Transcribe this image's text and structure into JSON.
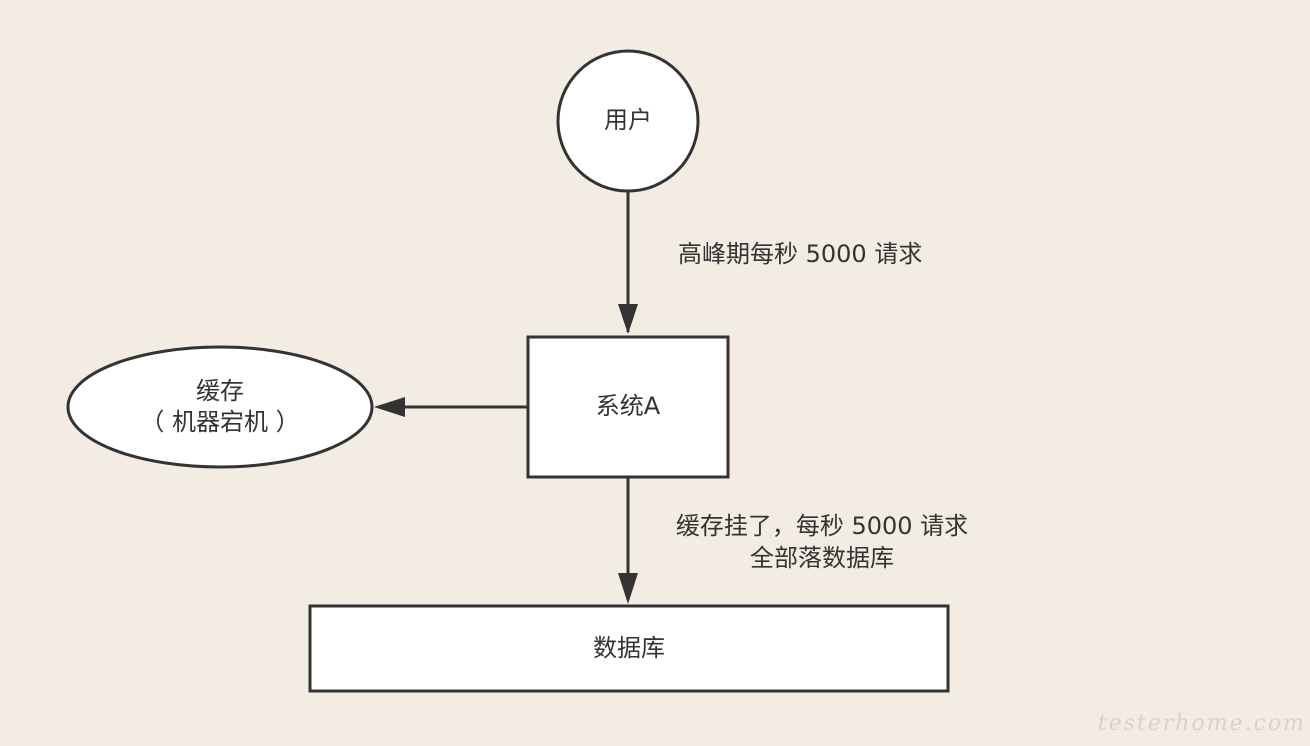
{
  "diagram": {
    "nodes": {
      "user": {
        "label": "用户"
      },
      "system_a": {
        "label": "系统A"
      },
      "cache": {
        "label_line1": "缓存",
        "label_line2": "（ 机器宕机 ）"
      },
      "database": {
        "label": "数据库"
      }
    },
    "edges": {
      "user_to_system": {
        "label": "高峰期每秒 5000 请求"
      },
      "system_to_cache": {
        "label": ""
      },
      "system_to_database": {
        "label_line1": "缓存挂了，每秒 5000 请求",
        "label_line2": "全部落数据库"
      }
    }
  },
  "watermark": {
    "text": "testerhome.com"
  },
  "colors": {
    "background": "#f2ece3",
    "node_fill": "#ffffff",
    "stroke": "#333333",
    "text": "#333333"
  }
}
